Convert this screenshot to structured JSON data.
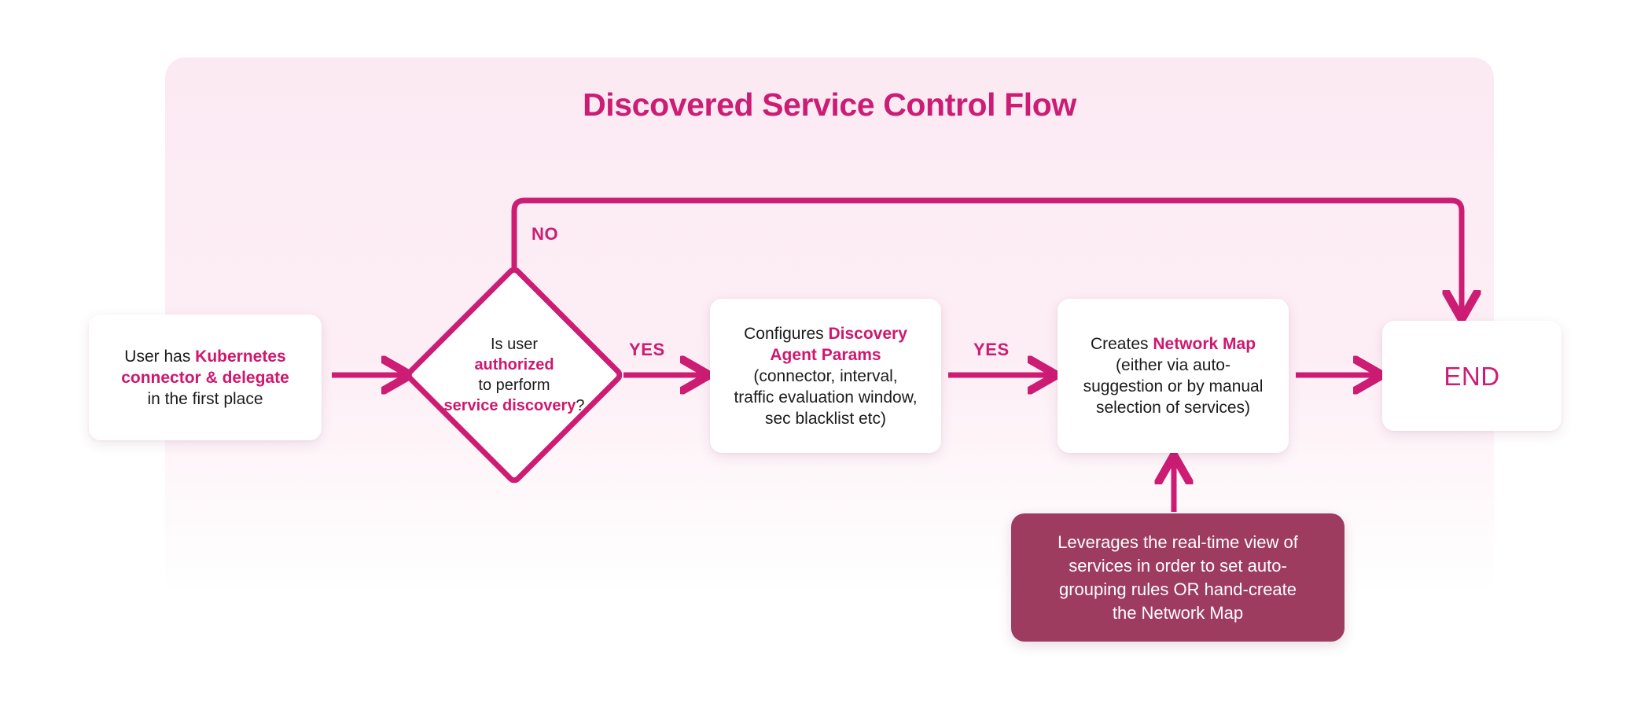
{
  "diagram": {
    "title": "Discovered Service Control Flow",
    "type": "flowchart",
    "colors": {
      "accent": "#cc1c74",
      "highlight": "#d0176e",
      "panel_bg": "#fceaf3",
      "note_bg": "#9d3c5e",
      "node_bg": "#ffffff",
      "text": "#1b1b1b",
      "note_text": "#ffffff"
    },
    "nodes": {
      "start": {
        "shape": "rounded-rect",
        "lines": [
          {
            "plain": "User has ",
            "strong": "Kubernetes"
          },
          {
            "strong": "connector & delegate"
          },
          {
            "plain": "in the first place"
          }
        ]
      },
      "decision": {
        "shape": "diamond",
        "lines": [
          {
            "plain": "Is user"
          },
          {
            "strong": "authorized"
          },
          {
            "plain": "to perform"
          },
          {
            "strong": "service discovery",
            "tail": "?"
          }
        ]
      },
      "params": {
        "shape": "rounded-rect",
        "lines": [
          {
            "plain": "Configures ",
            "strong": "Discovery"
          },
          {
            "strong": "Agent Params"
          },
          {
            "plain": "(connector, interval,"
          },
          {
            "plain": "traffic evaluation window,"
          },
          {
            "plain": "sec blacklist etc)"
          }
        ]
      },
      "netmap": {
        "shape": "rounded-rect",
        "lines": [
          {
            "plain": "Creates ",
            "strong": "Network Map"
          },
          {
            "plain": "(either via auto-"
          },
          {
            "plain": "suggestion or by manual"
          },
          {
            "plain": "selection of services)"
          }
        ]
      },
      "end": {
        "shape": "rounded-rect",
        "label": "END"
      },
      "note": {
        "shape": "rounded-rect-filled",
        "lines": [
          "Leverages the real-time view of",
          "services in order to set auto-",
          "grouping rules OR hand-create",
          "the Network Map"
        ]
      }
    },
    "edges": [
      {
        "from": "start",
        "to": "decision",
        "label": ""
      },
      {
        "from": "decision",
        "to": "params",
        "label": "YES"
      },
      {
        "from": "params",
        "to": "netmap",
        "label": "YES"
      },
      {
        "from": "netmap",
        "to": "end",
        "label": ""
      },
      {
        "from": "decision",
        "to": "end",
        "label": "NO"
      },
      {
        "from": "note",
        "to": "netmap",
        "label": ""
      }
    ],
    "edge_labels": {
      "no": "NO",
      "yes_1": "YES",
      "yes_2": "YES"
    }
  }
}
